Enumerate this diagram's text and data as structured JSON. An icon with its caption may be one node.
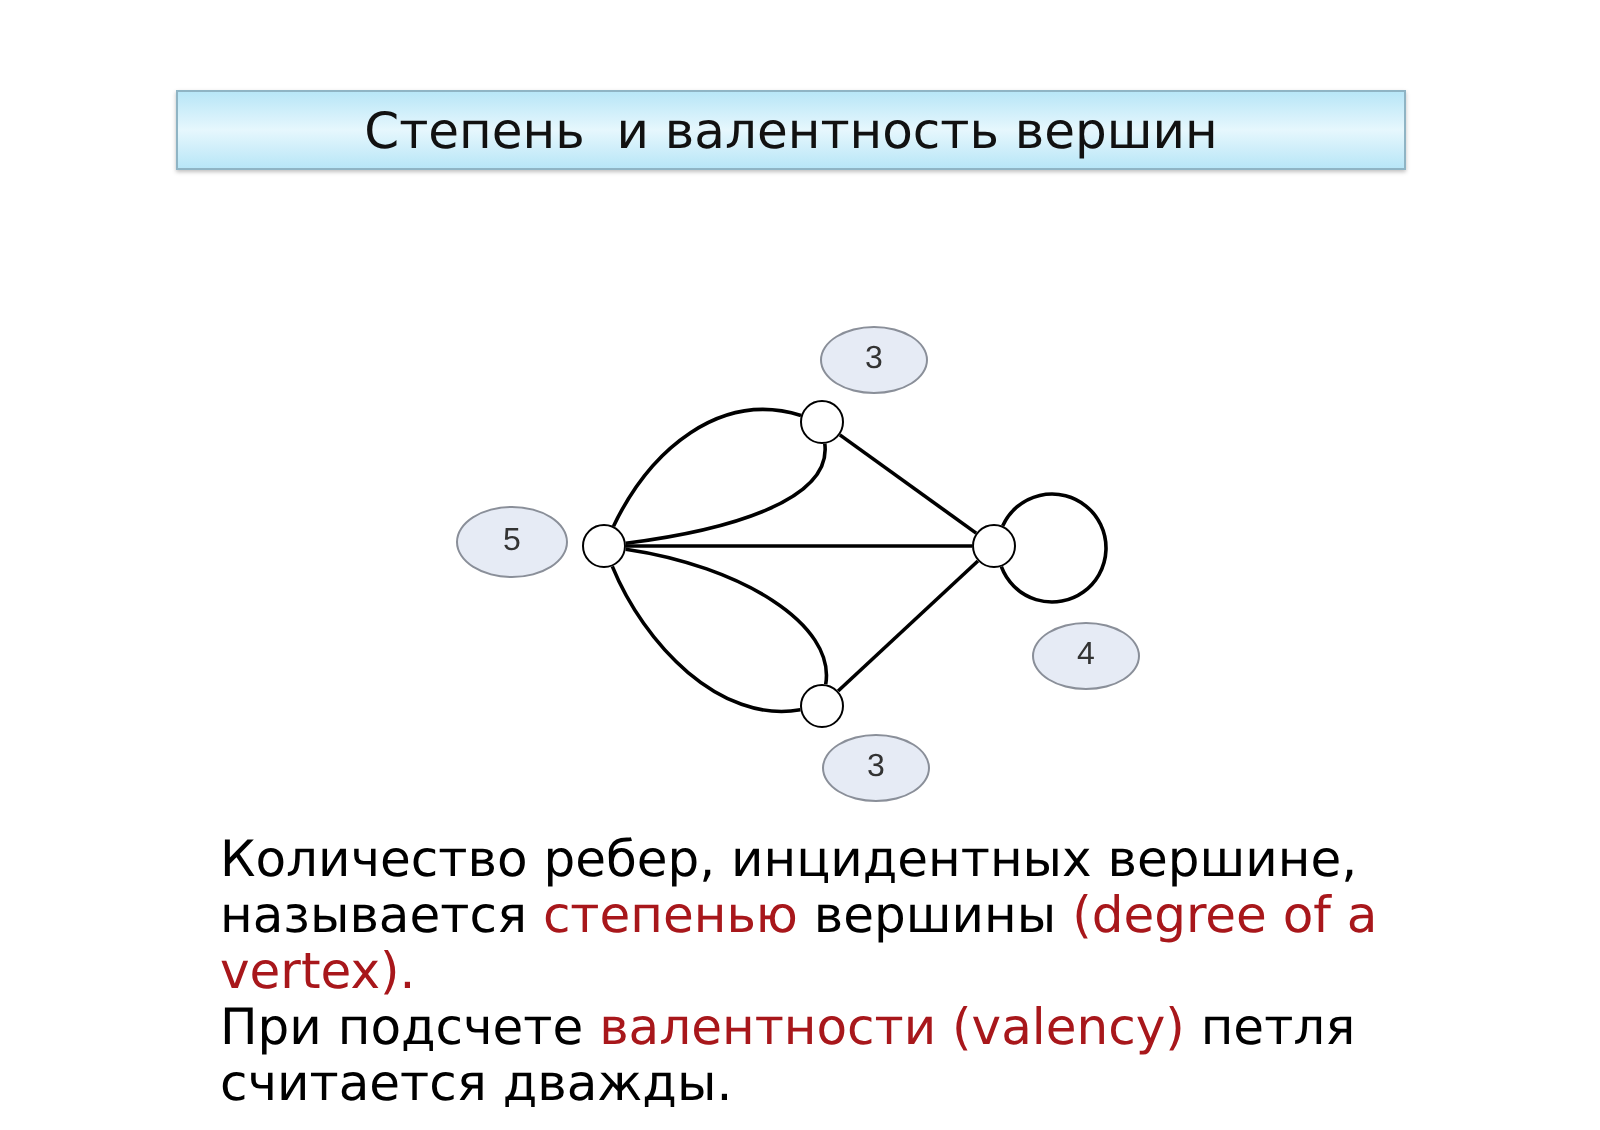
{
  "diagram": {
    "title": "Степень  и валентность вершин",
    "nodes": [
      {
        "text": [
          "3"
        ]
      },
      {
        "text": [],
        "shape": "circle"
      },
      {
        "text": [
          "5"
        ]
      },
      {
        "text": [],
        "shape": "circle"
      },
      {
        "text": [],
        "shape": "circle"
      },
      {
        "text": [
          "4"
        ]
      },
      {
        "text": [],
        "shape": "circle"
      },
      {
        "text": [
          "3"
        ]
      }
    ],
    "edges": [
      {
        "from": 3,
        "to": 1,
        "arrow": "none"
      },
      {
        "from": 3,
        "to": 1,
        "arrow": "none"
      },
      {
        "from": 3,
        "to": 4,
        "arrow": "none"
      },
      {
        "from": 3,
        "to": 6,
        "arrow": "none"
      },
      {
        "from": 3,
        "to": 6,
        "arrow": "none"
      },
      {
        "from": 1,
        "to": 4,
        "arrow": "none"
      },
      {
        "from": 6,
        "to": 4,
        "arrow": "none"
      },
      {
        "from": 4,
        "to": 4,
        "arrow": "none"
      }
    ],
    "labels": [
      "Количество ребер, инцидентных вершине, называется *степенью* вершины *(degree of a vertex).*",
      "При подсчете *валентности (valency)* петля считается дважды."
    ]
  }
}
